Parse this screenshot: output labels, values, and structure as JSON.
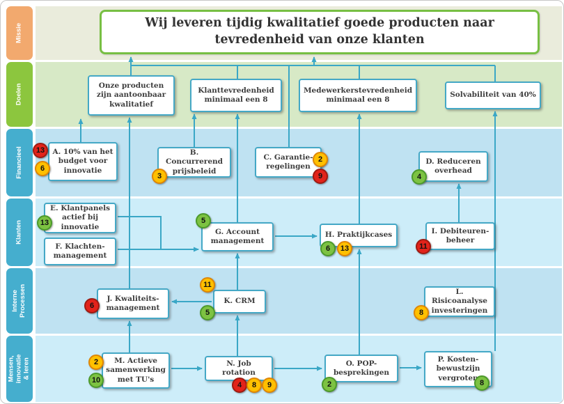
{
  "sidebar": {
    "rows": [
      {
        "label": "Missie"
      },
      {
        "label": "Doelen"
      },
      {
        "label": "Financieel"
      },
      {
        "label": "Klanten"
      },
      {
        "label": "Interne Processen"
      },
      {
        "label": "Mensen, innovatie & leren"
      }
    ]
  },
  "mission": {
    "text": "Wij leveren tijdig kwalitatief goede producten naar tevredenheid van onze klanten"
  },
  "goals": [
    {
      "label": "Onze producten zijn aantoonbaar kwalitatief"
    },
    {
      "label": "Klanttevredenheid minimaal een 8"
    },
    {
      "label": "Medewerkerstevredenheid minimaal een 8"
    },
    {
      "label": "Solvabiliteit van 40%"
    }
  ],
  "boxes": {
    "A": {
      "label": "A. 10% van het budget voor innovatie"
    },
    "B": {
      "label": "B. Concurrerend prijsbeleid"
    },
    "C": {
      "label": "C. Garantie-regelingen"
    },
    "D": {
      "label": "D. Reduceren overhead"
    },
    "E": {
      "label": "E. Klantpanels actief bij innovatie"
    },
    "F": {
      "label": "F. Klachten-management"
    },
    "G": {
      "label": "G. Account management"
    },
    "H": {
      "label": "H. Praktijkcases"
    },
    "I": {
      "label": "I. Debiteuren-beheer"
    },
    "J": {
      "label": "J. Kwaliteits-management"
    },
    "K": {
      "label": "K. CRM"
    },
    "L": {
      "label": "L. Risicoanalyse investeringen"
    },
    "M": {
      "label": "M. Actieve samenwerking met TU's"
    },
    "N": {
      "label": "N. Job rotation"
    },
    "O": {
      "label": "O. POP-besprekingen"
    },
    "P": {
      "label": "P. Kosten-bewustzijn vergroten"
    }
  },
  "badges": {
    "A_red": "13",
    "A_orange": "6",
    "B_orange": "3",
    "C_orange": "2",
    "C_red": "9",
    "D_green": "4",
    "E_green": "13",
    "G_green": "5",
    "H_green": "6",
    "H_orange": "13",
    "I_red": "11",
    "J_red": "6",
    "K_orange": "11",
    "K_green": "5",
    "L_orange": "8",
    "M_orange": "2",
    "M_green": "10",
    "N_red": "4",
    "N_orange": "8",
    "N_orange2": "9",
    "O_green": "2",
    "P_green": "8"
  },
  "colors": {
    "red": "#E2231A",
    "orange": "#FFC000",
    "green": "#7DC242",
    "node_border": "#44A8C6",
    "arrow": "#3AA7C6",
    "mission_border": "#77BF43",
    "label_missie": "#F2A96E",
    "label_doelen": "#8CC63E",
    "label_teal": "#45AECE"
  }
}
